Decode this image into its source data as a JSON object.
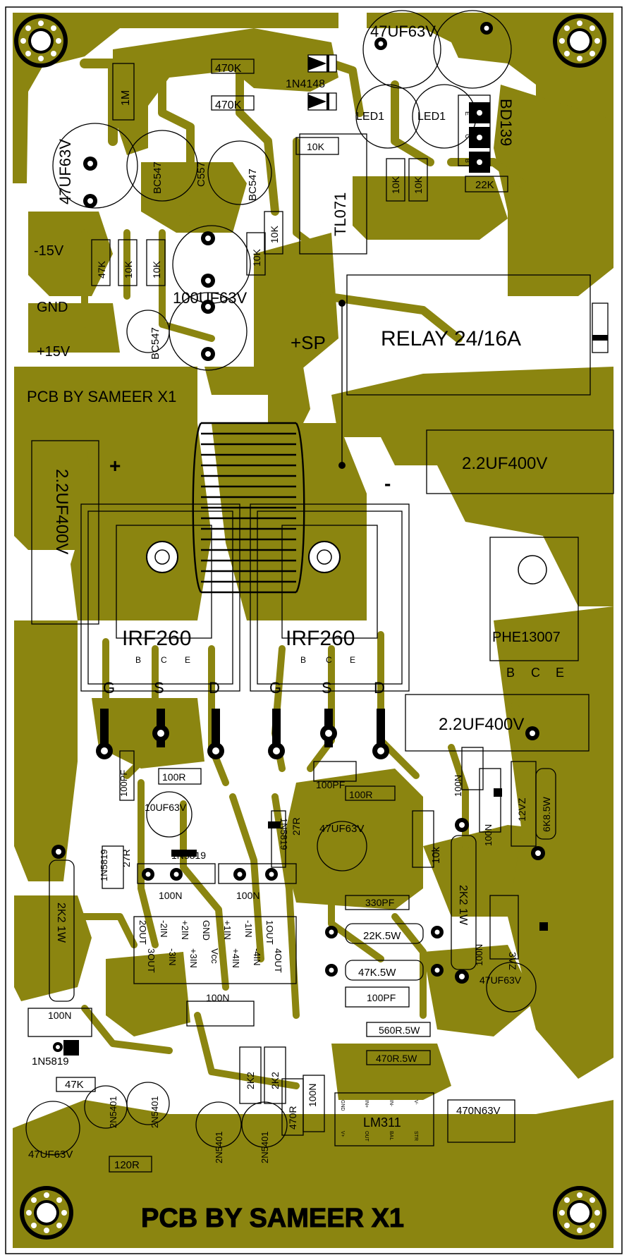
{
  "board": {
    "colors": {
      "copper": "#8b8510",
      "background": "#ffffff",
      "silkscreen": "#000000"
    },
    "credit_top": "PCB BY SAMEER X1",
    "credit_bottom": "PCB BY SAMEER X1",
    "power": {
      "neg": "-15V",
      "gnd": "GND",
      "pos": "+15V",
      "speaker": "+SP",
      "supply_plus": "+",
      "supply_minus": "-"
    }
  },
  "labels": {
    "cap_47uf_top": "47UF63V",
    "r_470k_a": "470K",
    "r_470k_b": "470K",
    "diode_1n4148": "1N4148",
    "r_1m": "1M",
    "led1_a": "LED1",
    "led1_b": "LED1",
    "bd139": "BD139",
    "bd139_pins": [
      "E",
      "C",
      "B"
    ],
    "cap_47uf_left": "47UF63V",
    "bc547_a": "BC547",
    "c557": "C557",
    "bc547_b": "BC547",
    "r_10k_top": "10K",
    "tl071": "TL071",
    "r_10k_v1": "10K",
    "r_10k_v2": "10K",
    "r_22k": "22K",
    "r_10k_v3": "10K",
    "r_10k_v4": "10K",
    "r_47k_a": "47K",
    "r_10k_v5": "10K",
    "r_10k_v6": "10K",
    "cap_100uf": "100UF63V",
    "bc547_c": "BC547",
    "relay": "RELAY 24/16A",
    "cap_2u2_left": "2.2UF400V",
    "cap_2u2_right": "2.2UF400V",
    "cap_2u2_mid": "2.2UF400V",
    "mosfet_left": "IRF260",
    "mosfet_right": "IRF260",
    "mosfet_pins_small": [
      "B",
      "C",
      "E"
    ],
    "mosfet_pins": [
      "G",
      "S",
      "D"
    ],
    "phe13007": "PHE13007",
    "phe13007_pins": [
      "B",
      "C",
      "E"
    ],
    "cap_100pf_a": "100PF",
    "r_100r_a": "100R",
    "cap_10uf": "10UF63V",
    "d_1n5819_a": "1N5819",
    "r_27r_a": "27R",
    "d_1n5819_b": "1N5819",
    "cap_100n_a": "100N",
    "cap_100n_b": "100N",
    "cap_100pf_b": "100PF",
    "r_100r_b": "100R",
    "d_1n5819_c": "1N5819",
    "r_27r_b": "27R",
    "cap_47uf_mid": "47UF63V",
    "r_10k_b": "10k",
    "cap_100n_c": "100N",
    "cap_100n_d": "100N",
    "zener_12v": "12VZ",
    "r_6k8": "6K8.5W",
    "r_2k2_1w_a": "2K2 1W",
    "r_2k2_1w_b": "2K2 1W",
    "ic_left_pins": [
      "2OUT",
      "3OUT",
      "-2IN",
      "-3IN",
      "+2IN",
      "+3IN",
      "GND",
      "Vcc",
      "+1IN",
      "+4IN",
      "-1IN",
      "-4IN",
      "1OUT",
      "4OUT"
    ],
    "cap_330pf": "330PF",
    "r_22k_5w": "22K.5W",
    "r_47k_5w": "47K.5W",
    "zener_3v": "3VZ",
    "cap_47uf_right": "47UF63V",
    "cap_100n_e": "100N",
    "cap_100pf_c": "100PF",
    "cap_100n_f": "100N",
    "d_1n5819_d": "1N5819",
    "r_560r": "560R.5W",
    "r_470r": "470R.5W",
    "r_47k_b": "47K",
    "d_2n5401_a": "2N5401",
    "d_2n5401_b": "2N5401",
    "d_2n5401_c": "2N5401",
    "d_2n5401_d": "2N5401",
    "r_2k2_a": "2K2",
    "r_2k2_b": "2K2",
    "r_470r_b": "470R",
    "cap_100n_g": "100N",
    "lm311": "LM311",
    "lm311_pins_top": [
      "GND",
      "IN+",
      "IN-",
      "V-"
    ],
    "lm311_pins_bot": [
      "V+",
      "OUT",
      "BAL",
      "STR"
    ],
    "cap_470n": "470N63V",
    "cap_47uf_bl": "47UF63V",
    "r_120r": "120R"
  }
}
